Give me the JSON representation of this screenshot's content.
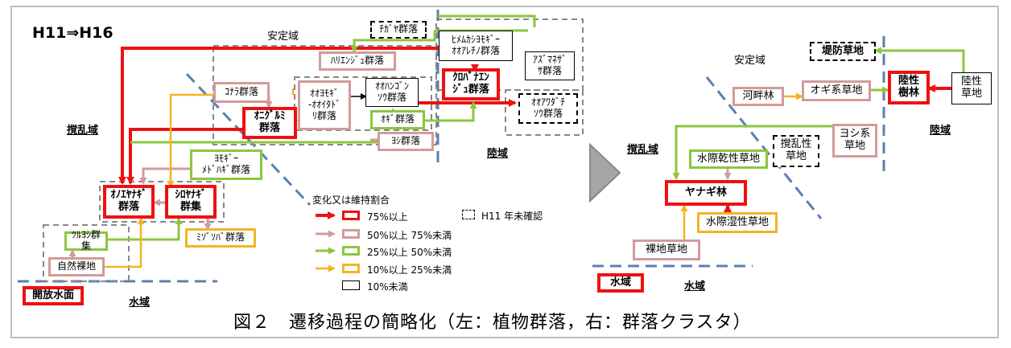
{
  "title": "H11⇒H16",
  "caption": "図２　遷移過程の簡略化（左：植物群落，右：群落クラスタ）",
  "colors": {
    "red": "#ee1111",
    "pink": "#d39a9a",
    "green": "#8cc63f",
    "yellow": "#f2b521",
    "black": "#000000",
    "zone_line": "#5b7fb5",
    "frame": "#aaaaaa",
    "chevron": "#a6a6a6"
  },
  "left": {
    "zones": {
      "stable": "安定域",
      "disturbed": "撹乱域",
      "land": "陸域",
      "water": "水域"
    },
    "nodes": {
      "chigaya": "ﾁｶﾞﾔ群落",
      "himeaka": "ﾋﾒﾑｶｼﾖﾓｷﾞｰ\nｵｵｱﾚﾁﾉ群落",
      "azumanezasa": "ｱｽﾞﾏﾈｻﾞ\nｻ群落",
      "harienju": "ﾊﾘｴﾝｼﾞｭ群落",
      "konara": "ｺﾅﾗ群落",
      "ooyomogi": "ｵｵﾖﾓｷﾞ\n-ｵｵｲﾀﾄﾞ\nﾘ群落",
      "oohangon": "ｵｵﾊﾝｺﾞﾝ\nｿｳ群落",
      "kurobanaenju": "ｸﾛﾊﾞﾅｴﾝ\nｼﾞｭ群落",
      "ooawadachi": "ｵｵｱﾜﾀﾞﾁ\nｿｳ群落",
      "onigurumi": "ｵﾆｸﾞﾙﾐ\n群落",
      "ogi": "ｵｷﾞ群落",
      "yoshi": "ﾖｼ群落",
      "yomogi": "ﾖﾓｷﾞｰ\nﾒﾄﾞﾊｷﾞ群落",
      "onoeyanagi": "ｵﾉｴﾔﾅｷﾞ\n群落",
      "shiroyanagi": "ｼﾛﾔﾅｷﾞ\n群集",
      "mizosoba": "ﾐｿﾞｿﾊﾞ群落",
      "tsuruyoshi": "ﾂﾙﾖｼ群集",
      "shizenrachi": "自然裸地",
      "kaihosuimen": "開放水面"
    }
  },
  "legend": {
    "title": "変化又は維持割合",
    "items": [
      {
        "label": "75%以上",
        "color": "#ee1111"
      },
      {
        "label": "50%以上 75%未満",
        "color": "#d39a9a"
      },
      {
        "label": "25%以上 50%未満",
        "color": "#8cc63f"
      },
      {
        "label": "10%以上 25%未満",
        "color": "#f2b521"
      },
      {
        "label": "10%未満",
        "color": "#000000"
      }
    ],
    "unconfirmed": "H11 年未確認"
  },
  "right": {
    "zones": {
      "stable": "安定域",
      "disturbed": "撹乱域",
      "land": "陸域",
      "water": "水域"
    },
    "nodes": {
      "teibo": "堤防草地",
      "rikusei_jurin": "陸性\n樹林",
      "rikusei_souchi": "陸性\n草地",
      "kahanrin": "河畔林",
      "ogikei": "オギ系草地",
      "yoshikei": "ヨシ系\n草地",
      "kakuran": "撹乱性\n草地",
      "suisaikan": "水際乾性草地",
      "yanagi": "ヤナギ林",
      "suisaishitsu": "水際湿性草地",
      "rachi": "裸地草地",
      "suiiki": "水域"
    }
  }
}
